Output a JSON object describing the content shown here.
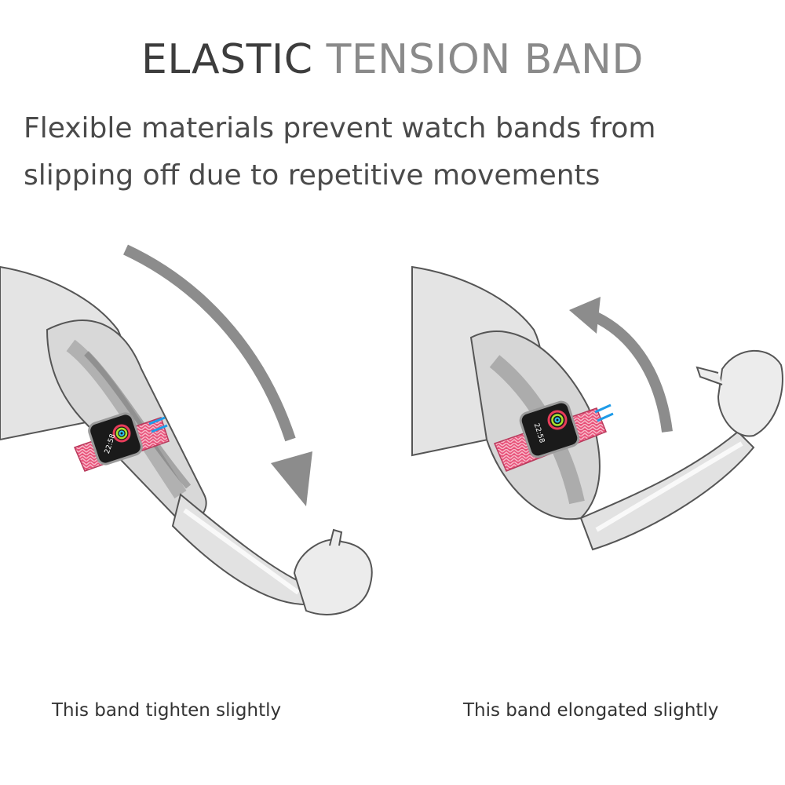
{
  "headline": {
    "word1": "ELASTIC",
    "word2": "TENSION BAND"
  },
  "subheadline": "Flexible materials prevent watch bands from slipping off due to repetitive movements",
  "panels": [
    {
      "caption": "This band tighten slightly",
      "watch_time": "22:58",
      "arrow_direction": "down"
    },
    {
      "caption": "This band elongated slightly",
      "watch_time": "22:58",
      "arrow_direction": "up"
    }
  ],
  "colors": {
    "title_dark": "#3d3d3d",
    "title_light": "#8a8a8a",
    "band_pink": "#e8527a",
    "arrow_gray": "#8c8c8c",
    "stretch_blue": "#1e9be8"
  },
  "icons": [
    "arm-straight-illustration",
    "arm-flexed-illustration",
    "smartwatch-icon",
    "curved-arrow-icon",
    "stretch-arrows-icon"
  ]
}
